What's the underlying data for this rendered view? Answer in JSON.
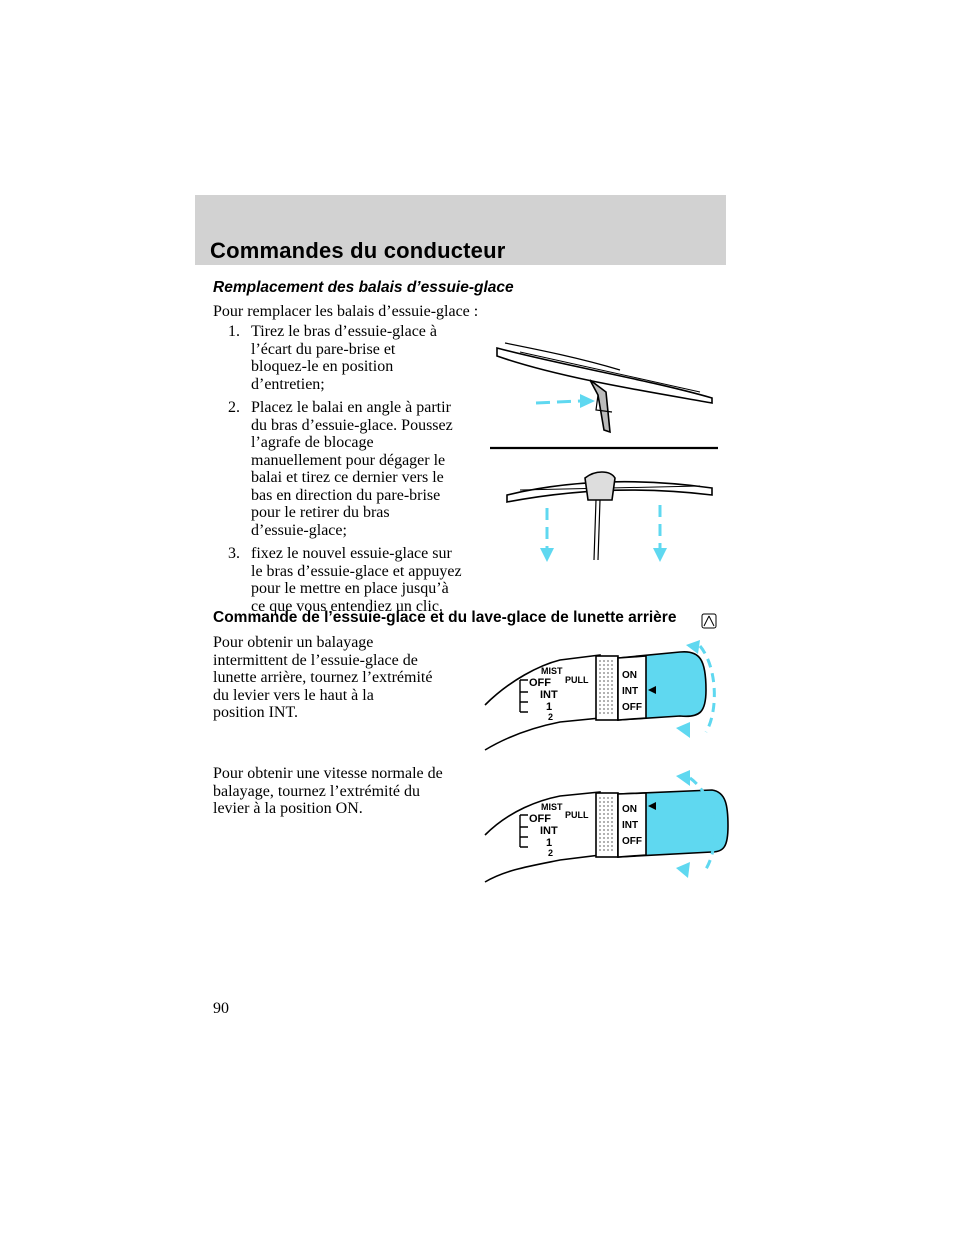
{
  "header": {
    "title": "Commandes du conducteur"
  },
  "section1": {
    "title": "Remplacement des balais d’essuie-glace",
    "intro": "Pour remplacer les balais d’essuie-glace :",
    "steps": [
      {
        "num": "1.",
        "lines": [
          "Tirez le bras d’essuie-glace à",
          "l’écart du pare-brise et",
          "bloquez-le en position",
          "d’entretien;"
        ]
      },
      {
        "num": "2.",
        "lines": [
          "Placez le balai en angle à partir",
          "du bras d’essuie-glace. Poussez",
          "l’agrafe de blocage",
          "manuellement pour dégager le",
          "balai et tirez ce dernier vers le",
          "bas en direction du pare-brise",
          "pour le retirer du bras",
          "d’essuie-glace;"
        ]
      },
      {
        "num": "3.",
        "lines": [
          "fixez le nouvel essuie-glace sur",
          "le bras d’essuie-glace et appuyez",
          "pour le mettre en place jusqu’à",
          "ce que vous entendiez un clic."
        ]
      }
    ]
  },
  "section2": {
    "title": "Commande de l’essuie-glace et du lave-glace de lunette arrière",
    "title_icon": "rear-wiper-icon",
    "para1": [
      "Pour obtenir un balayage",
      "intermittent de l’essuie-glace de",
      "lunette arrière, tournez l’extrémité",
      "du levier vers le haut à la",
      "position INT."
    ],
    "para2": [
      "Pour obtenir une vitesse normale de",
      "balayage, tournez l’extrémité du",
      "levier à la position ON."
    ]
  },
  "lever_labels": {
    "mist": "MIST",
    "off": "OFF",
    "int": "INT",
    "one": "1",
    "two": "2",
    "pull": "PULL",
    "on": "ON",
    "int_tip": "INT",
    "off_tip": "OFF"
  },
  "colors": {
    "header_band": "#d2d2d2",
    "lever_tip": "#5fd8f0",
    "arrow": "#5fd8f0"
  },
  "page_number": "90"
}
